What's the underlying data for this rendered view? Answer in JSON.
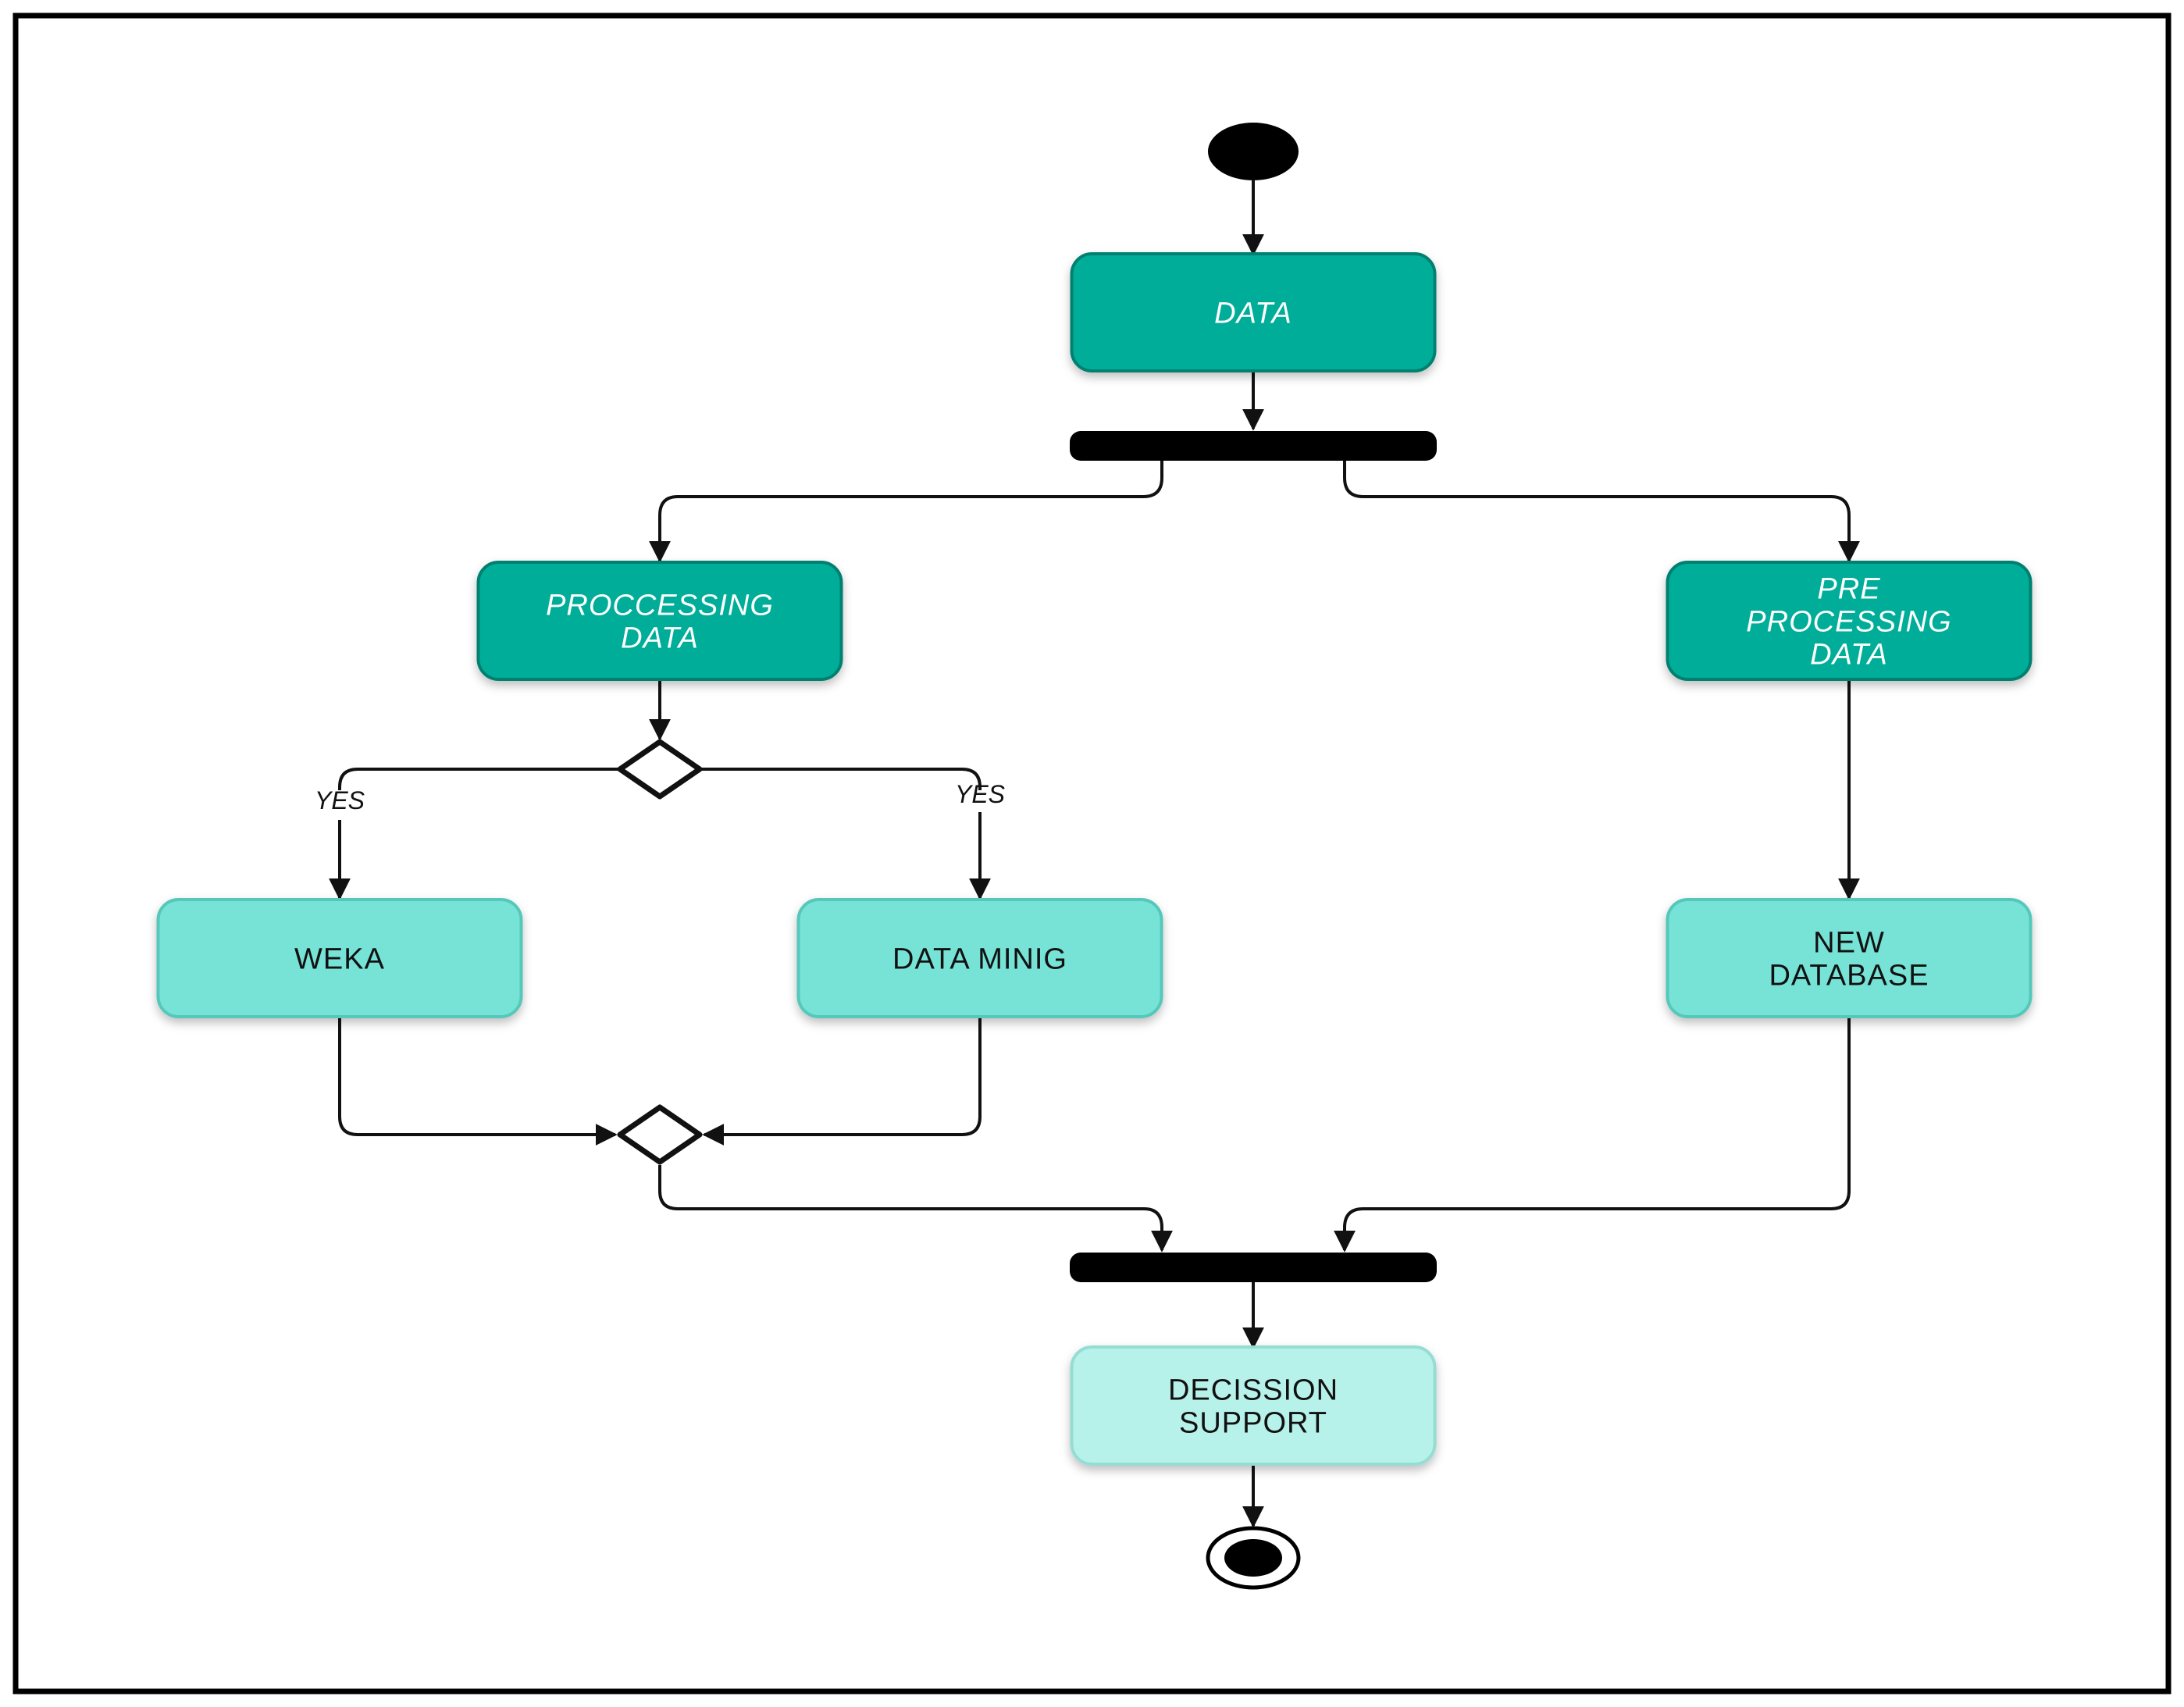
{
  "diagram": {
    "type": "uml-activity",
    "colors": {
      "dark_node": "#00AD99",
      "dark_node_border": "#00806F",
      "medium_node": "#76E3D6",
      "medium_node_border": "#54C8BB",
      "light_node": "#B6F2EA",
      "light_node_border": "#95DDD3",
      "bars": "#000000",
      "lines": "#111111"
    },
    "nodes": {
      "data": {
        "lines": [
          "DATA"
        ],
        "style": "dark"
      },
      "processing": {
        "lines": [
          "PROCCESSING",
          "DATA"
        ],
        "style": "dark"
      },
      "preprocessing": {
        "lines": [
          "PRE",
          "PROCESSING",
          "DATA"
        ],
        "style": "dark"
      },
      "weka": {
        "lines": [
          "WEKA"
        ],
        "style": "medium"
      },
      "datamining": {
        "lines": [
          "DATA MINIG"
        ],
        "style": "medium"
      },
      "newdb": {
        "lines": [
          "NEW",
          "DATABASE"
        ],
        "style": "medium"
      },
      "decision": {
        "lines": [
          "DECISSION",
          "SUPPORT"
        ],
        "style": "light"
      }
    },
    "edge_labels": {
      "yes_left": "YES",
      "yes_right": "YES"
    }
  }
}
